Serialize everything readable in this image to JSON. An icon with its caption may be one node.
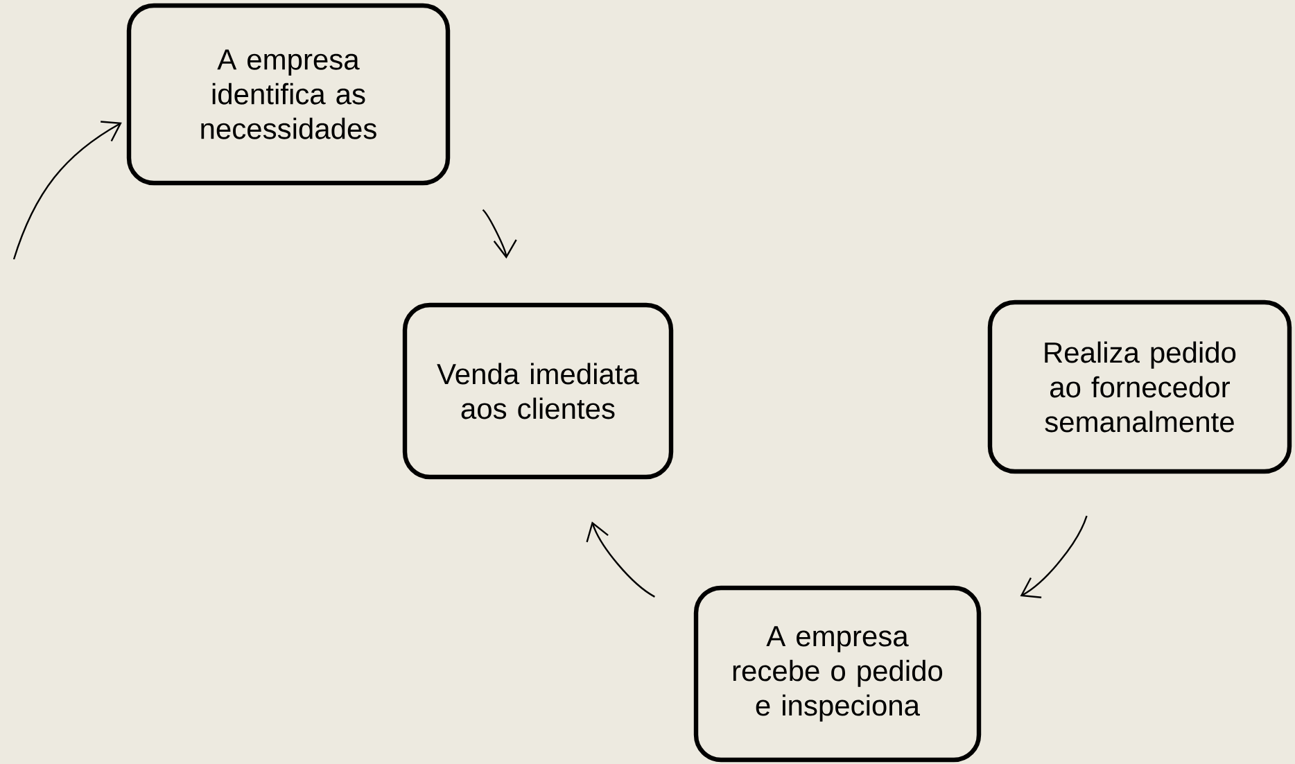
{
  "diagram": {
    "nodes": [
      {
        "text": [
          "A empresa identifica as necessidades"
        ]
      },
      {
        "text": [
          "Venda imediata aos clientes"
        ]
      },
      {
        "text": [
          "Realiza pedido ao fornecedor semanalmente"
        ]
      },
      {
        "text": [
          "A empresa recebe o pedido e inspeciona"
        ]
      }
    ],
    "edges": [
      {
        "from": null,
        "to": 0,
        "arrow": "to"
      },
      {
        "from": 0,
        "to": 1,
        "arrow": "to"
      },
      {
        "from": 2,
        "to": 3,
        "arrow": "to"
      },
      {
        "from": 3,
        "to": 1,
        "arrow": "to"
      }
    ]
  }
}
